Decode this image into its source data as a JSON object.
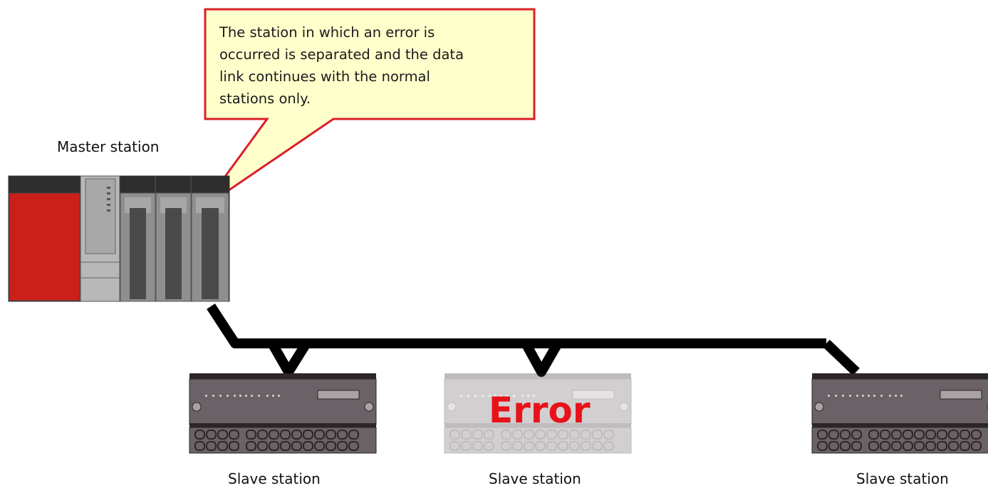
{
  "callout": {
    "lines": [
      "The station in which an error is",
      "occurred is separated and the data",
      "link continues with the normal",
      "stations only."
    ]
  },
  "master": {
    "label": "Master station"
  },
  "slaves": [
    {
      "label": "Slave station",
      "status": "normal"
    },
    {
      "label": "Slave station",
      "status": "error",
      "error_text": "Error"
    },
    {
      "label": "Slave station",
      "status": "normal"
    }
  ],
  "colors": {
    "callout_fill": "#ffffcc",
    "callout_border": "#d9202a",
    "error_text": "#e8121a",
    "plc_cpu_red": "#cc1f1a",
    "cable": "#000000"
  }
}
